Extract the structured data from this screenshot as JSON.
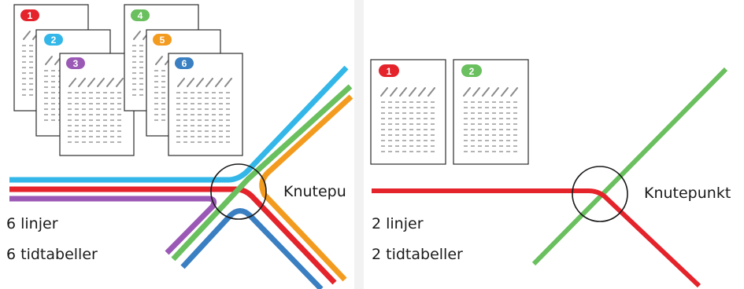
{
  "left": {
    "badges": [
      {
        "num": "1",
        "color": "#e4232b"
      },
      {
        "num": "2",
        "color": "#33b7e8"
      },
      {
        "num": "3",
        "color": "#9b59b6"
      },
      {
        "num": "4",
        "color": "#6abf5e"
      },
      {
        "num": "5",
        "color": "#f39b1f"
      },
      {
        "num": "6",
        "color": "#3a7fc1"
      }
    ],
    "node_label": "Knutepu",
    "lines_label": "6 linjer",
    "timetables_label": "6 tidtabeller"
  },
  "right": {
    "badges": [
      {
        "num": "1",
        "color": "#e4232b"
      },
      {
        "num": "2",
        "color": "#6abf5e"
      }
    ],
    "node_label": "Knutepunkt",
    "lines_label": "2 linjer",
    "timetables_label": "2 tidtabeller"
  },
  "colors": {
    "red": "#e4232b",
    "cyan": "#33b7e8",
    "purple": "#9b59b6",
    "green": "#6abf5e",
    "orange": "#f39b1f",
    "blue": "#3a7fc1"
  }
}
